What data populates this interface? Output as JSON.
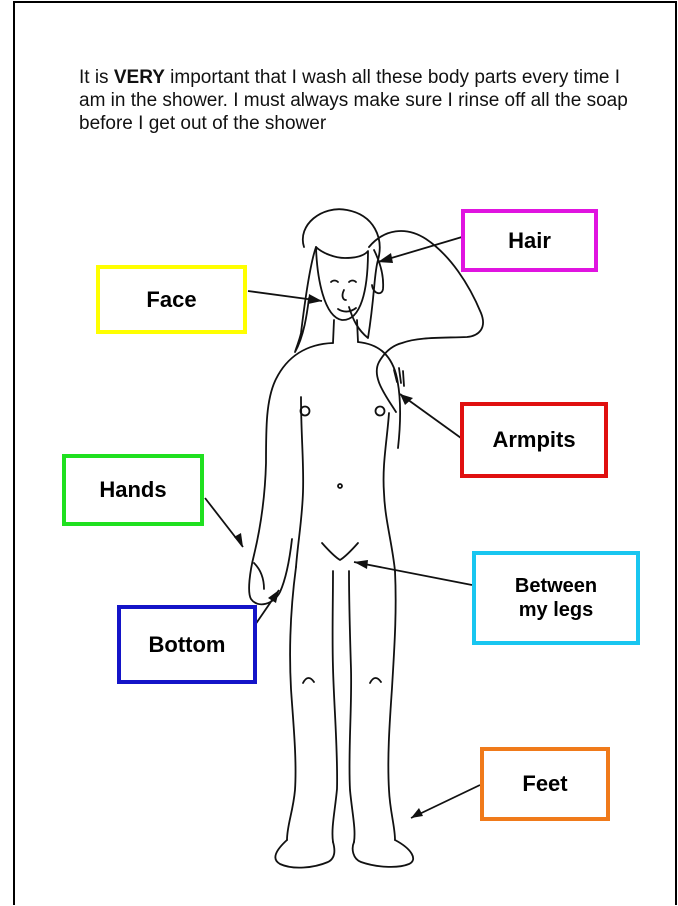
{
  "intro": {
    "prefix": "It is ",
    "emphasis": "VERY",
    "suffix": " important that I wash all these body parts every time I am in the shower.  I must always make sure I rinse off all the soap before I get out of the shower"
  },
  "labels": {
    "hair": {
      "text": "Hair",
      "color": "#e014e0"
    },
    "face": {
      "text": "Face",
      "color": "#ffff00"
    },
    "armpits": {
      "text": "Armpits",
      "color": "#e01010"
    },
    "hands": {
      "text": "Hands",
      "color": "#20e020"
    },
    "between": {
      "line1": "Between",
      "line2": "my legs",
      "color": "#19c6f0"
    },
    "bottom": {
      "text": "Bottom",
      "color": "#1414c8"
    },
    "feet": {
      "text": "Feet",
      "color": "#f07a1a"
    }
  }
}
